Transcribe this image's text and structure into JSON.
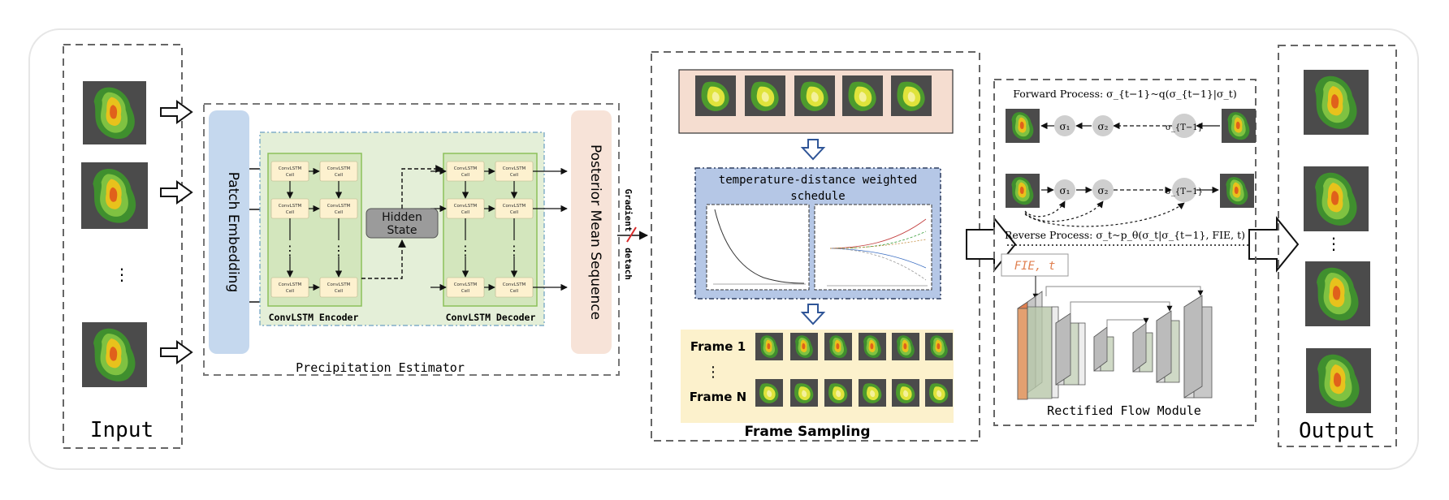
{
  "input": {
    "label": "Input",
    "ellipsis": "⋮"
  },
  "estimator": {
    "label": "Precipitation Estimator",
    "patch_embedding": "Patch Embedding",
    "posterior": "Posterior Mean Sequence",
    "encoder_label": "ConvLSTM Encoder",
    "decoder_label": "ConvLSTM Decoder",
    "cell_line1": "ConvLSTM",
    "cell_line2": "Cell",
    "hidden_state_line1": "Hidden",
    "hidden_state_line2": "State",
    "vdots": "⋮",
    "gradient_detach_left": "Gradient",
    "gradient_detach_right": "detach"
  },
  "sampling": {
    "label": "Frame Sampling",
    "schedule_line1": "temperature-distance weighted",
    "schedule_line2": "schedule",
    "frame1": "Frame 1",
    "frame_dots": "⋮",
    "frameN": "Frame N"
  },
  "flow": {
    "forward_label": "Forward Process: σ_{t−1}~q(σ_{t−1}|σ_t)",
    "reverse_label": "Reverse Process: σ_t~p_θ(σ_t|σ_{t−1}, FIE, t)",
    "node_1": "σ₁",
    "node_2": "σ₂",
    "node_T1": "σ_{T−1}",
    "fie_label": "FIE, t",
    "module_label": "Rectified Flow Module"
  },
  "output": {
    "label": "Output",
    "ellipsis": "⋮"
  },
  "colors": {
    "patch_embedding": "#c5d8ee",
    "posterior": "#f7e3d8",
    "lstm_bg": "#e4efd8",
    "lstm_block": "#d3e6bd",
    "cell": "#fdf1cf",
    "hidden_state": "#9b9b9b",
    "schedule_bg": "#b5c7e6",
    "top_frames_bg": "#f5ddd0",
    "frames_bg": "#fcf1cc",
    "fie": "#e08050",
    "node": "#cfcfcf"
  }
}
